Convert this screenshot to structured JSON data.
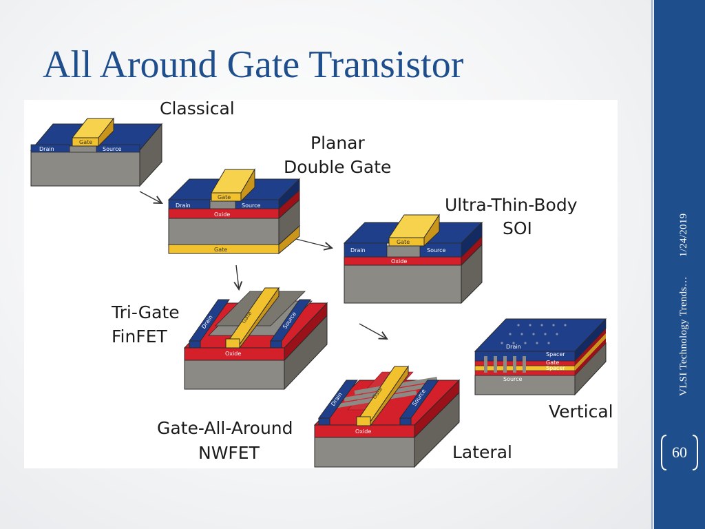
{
  "slide": {
    "title": "All Around Gate Transistor",
    "footer_text": "VLSI Technology Trends…",
    "date": "1/24/2019",
    "page_number": "60"
  },
  "colors": {
    "title": "#1f4e8c",
    "sidebar": "#1f4e8c",
    "gate": "#f2c12e",
    "source_drain": "#1f3f8a",
    "oxide": "#d4202a",
    "substrate": "#8c8a85"
  },
  "diagram": {
    "captions": {
      "classical": "Classical",
      "planar_double_gate_1": "Planar",
      "planar_double_gate_2": "Double Gate",
      "utb_soi_1": "Ultra-Thin-Body",
      "utb_soi_2": "SOI",
      "trigate_1": "Tri-Gate",
      "trigate_2": "FinFET",
      "gaa_1": "Gate-All-Around",
      "gaa_2": "NWFET",
      "lateral": "Lateral",
      "vertical": "Vertical"
    },
    "labels": {
      "drain": "Drain",
      "source": "Source",
      "gate": "Gate",
      "oxide": "Oxide",
      "spacer": "Spacer"
    }
  }
}
